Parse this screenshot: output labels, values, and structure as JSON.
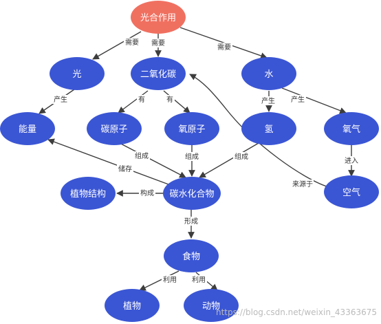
{
  "colors": {
    "root": "#f07060",
    "node": "#3b56d4",
    "edge": "#3d3d3d",
    "text": "#ffffff"
  },
  "nodes": {
    "guanghezuoyong": "光合作用",
    "guang": "光",
    "eryanghuatan": "二氧化碳",
    "shui": "水",
    "nengliang": "能量",
    "tanyuanzi": "碳原子",
    "yangyuanzi": "氧原子",
    "qing": "氢",
    "yangqi": "氧气",
    "zhiwujiegou": "植物结构",
    "tanshuihuahewu": "碳水化合物",
    "kongqi": "空气",
    "shiwu": "食物",
    "zhiwu": "植物",
    "dongwu": "动物"
  },
  "edges": {
    "root_guang": "需要",
    "root_co2": "需要",
    "root_shui": "需要",
    "guang_nengliang": "产生",
    "co2_tan": "有",
    "co2_yang": "有",
    "shui_qing": "产生",
    "shui_yangqi": "产生",
    "yangqi_kongqi": "进入",
    "tan_carb": "组成",
    "yang_carb": "组成",
    "qing_carb": "组成",
    "carb_nengliang": "储存",
    "carb_jiegou": "构成",
    "carb_shiwu": "形成",
    "kongqi_co2": "来源于",
    "shiwu_zhiwu": "利用",
    "shiwu_dongwu": "利用"
  },
  "watermark": "https://blog.csdn.net/weixin_43363675"
}
